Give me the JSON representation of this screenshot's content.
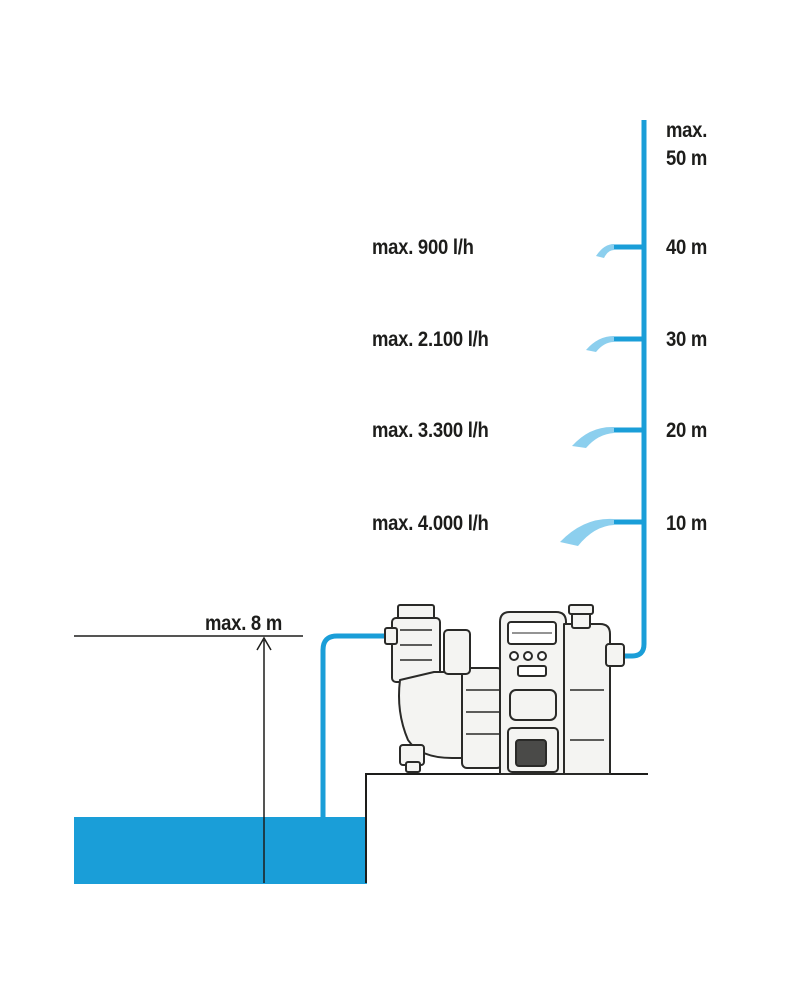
{
  "diagram": {
    "colors": {
      "water": "#1a9ed8",
      "water_light": "#8ccfee",
      "line": "#1d1d1b",
      "pump_body": "#f4f4f2",
      "pump_outline": "#2a2a28"
    },
    "suction": {
      "label": "max. 8 m"
    },
    "delivery_heights": {
      "max_label_line1": "max.",
      "max_label_line2": "50 m",
      "levels": [
        {
          "height": "40 m",
          "flow": "max. 900 l/h"
        },
        {
          "height": "30 m",
          "flow": "max. 2.100 l/h"
        },
        {
          "height": "20 m",
          "flow": "max. 3.300 l/h"
        },
        {
          "height": "10 m",
          "flow": "max. 4.000 l/h"
        }
      ]
    }
  }
}
